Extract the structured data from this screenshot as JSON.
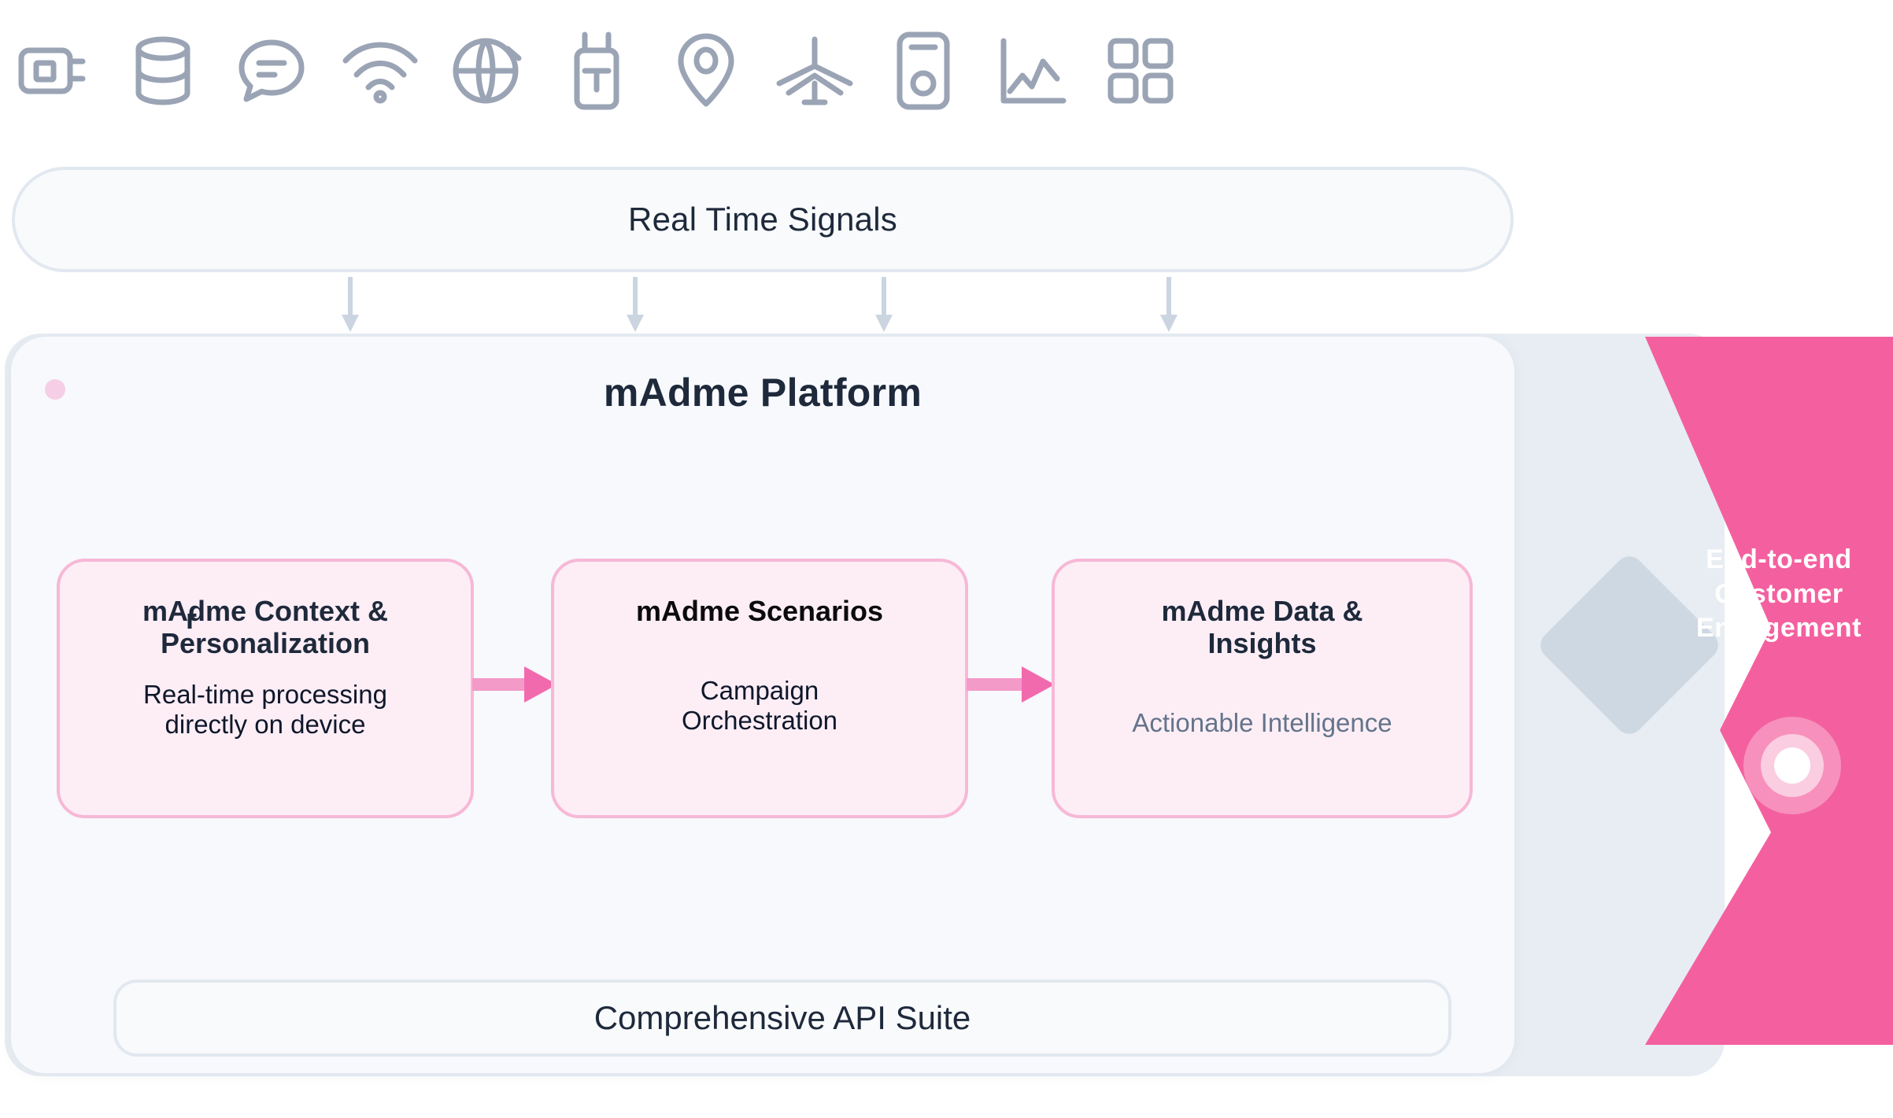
{
  "signal_icons": [
    {
      "name": "plug-icon",
      "label": "Plug"
    },
    {
      "name": "database-icon",
      "label": "Database"
    },
    {
      "name": "chat-bubble-icon",
      "label": "Messaging"
    },
    {
      "name": "wifi-icon",
      "label": "Wi-Fi"
    },
    {
      "name": "globe-icon",
      "label": "Network"
    },
    {
      "name": "walkie-talkie-icon",
      "label": "Radio"
    },
    {
      "name": "map-pin-icon",
      "label": "Location"
    },
    {
      "name": "airplane-icon",
      "label": "Roaming"
    },
    {
      "name": "mobile-device-icon",
      "label": "Device"
    },
    {
      "name": "line-chart-icon",
      "label": "Analytics"
    },
    {
      "name": "grid-apps-icon",
      "label": "Apps"
    }
  ],
  "signals_banner": {
    "label": "Real Time Signals",
    "arrow_count": 4
  },
  "platform": {
    "title": "mAdme Platform",
    "status_dot": "platform-status-dot",
    "cards": [
      {
        "id": "context",
        "title": "mAdme Context & Personalization",
        "title_line1": "mAdme Context &",
        "title_line2": "Personalization",
        "ghost_glyph": "r",
        "subtitle_line1": "Real-time processing",
        "subtitle_line2": "directly on device"
      },
      {
        "id": "scenarios",
        "title": "mAdme Scenarios",
        "title_line1": "mAdme Scenarios",
        "title_line2": "",
        "subtitle_line1": "Campaign",
        "subtitle_line2": "Orchestration"
      },
      {
        "id": "insights",
        "title": "mAdme Data & Insights",
        "title_line1": "mAdme Data &",
        "title_line2": "Insights",
        "subtitle_line1": "Actionable Intelligence",
        "subtitle_line2": ""
      }
    ],
    "api_bar": {
      "label": "Comprehensive API Suite"
    }
  },
  "engagement": {
    "line1": "End-to-end",
    "line2": "Customer",
    "line3": "Engagement",
    "badge": "engagement-target-badge"
  },
  "colors": {
    "icon_gray": "#9aa4b5",
    "banner_border": "#e2e8f0",
    "banner_fill": "#f8fafc",
    "platform_shell": "#e8edf3",
    "platform_fill": "#f7f9fc",
    "card_fill": "#fdeef6",
    "card_border": "#f7b8d6",
    "arrow_pink": "#f49ac8",
    "accent_pink": "#f2599f",
    "text_dark": "#1e293b",
    "text_muted": "#64748b",
    "diamond_gray": "#ccd7e0",
    "dot_pink": "#f6cfe6"
  }
}
